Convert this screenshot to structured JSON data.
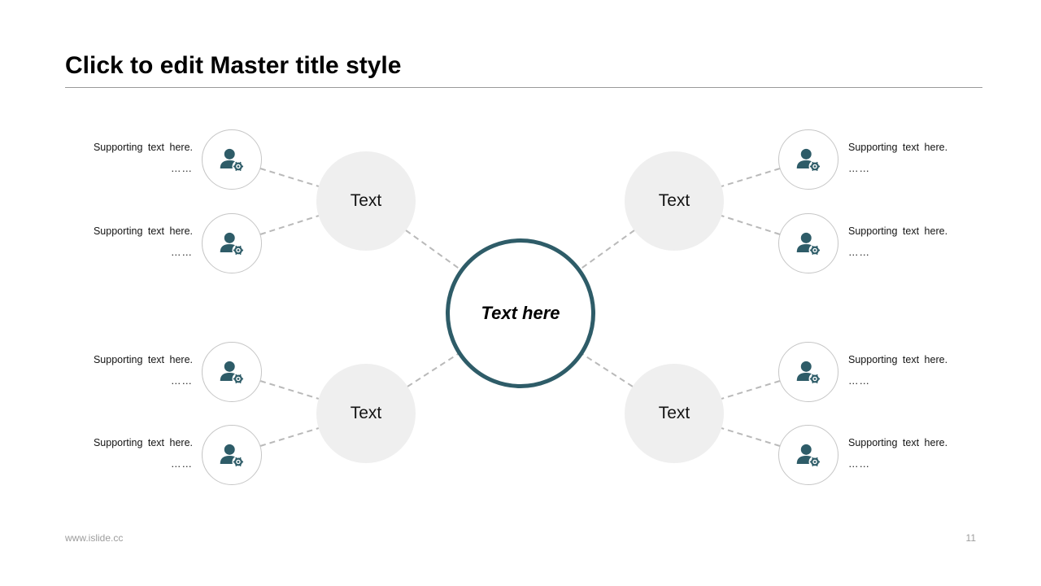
{
  "slide": {
    "title": "Click to edit Master title style",
    "footer": {
      "website": "www.islide.cc",
      "page_number": "11"
    }
  },
  "diagram": {
    "center": {
      "label": "Text here"
    },
    "branches": [
      {
        "id": "top-left",
        "label": "Text",
        "items": [
          {
            "icon": "user-gear-icon",
            "line1": "Supporting text here.",
            "line2": "……"
          },
          {
            "icon": "user-gear-icon",
            "line1": "Supporting text here.",
            "line2": "……"
          }
        ]
      },
      {
        "id": "top-right",
        "label": "Text",
        "items": [
          {
            "icon": "user-gear-icon",
            "line1": "Supporting text here.",
            "line2": "……"
          },
          {
            "icon": "user-gear-icon",
            "line1": "Supporting text here.",
            "line2": "……"
          }
        ]
      },
      {
        "id": "bottom-left",
        "label": "Text",
        "items": [
          {
            "icon": "user-gear-icon",
            "line1": "Supporting text here.",
            "line2": "……"
          },
          {
            "icon": "user-gear-icon",
            "line1": "Supporting text here.",
            "line2": "……"
          }
        ]
      },
      {
        "id": "bottom-right",
        "label": "Text",
        "items": [
          {
            "icon": "user-gear-icon",
            "line1": "Supporting text here.",
            "line2": "……"
          },
          {
            "icon": "user-gear-icon",
            "line1": "Supporting text here.",
            "line2": "……"
          }
        ]
      }
    ]
  },
  "colors": {
    "accent_teal": "#2E5C68",
    "node_gray": "#EFEFEF",
    "connector_gray": "#B9B9B9",
    "border_gray": "#C6C6C6",
    "footer_gray": "#9C9C9C"
  }
}
